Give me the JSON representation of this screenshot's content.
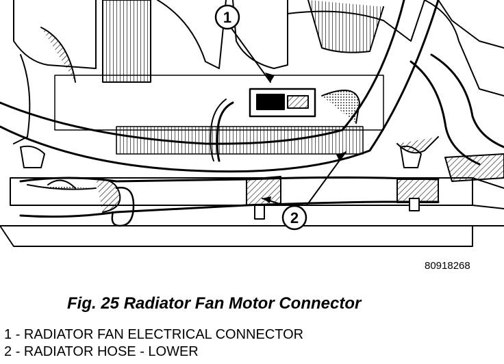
{
  "figure": {
    "callouts": [
      "1",
      "2"
    ],
    "code": "80918268",
    "caption": "Fig. 25 Radiator Fan Motor Connector"
  },
  "legend": [
    {
      "number": "1",
      "text": "RADIATOR FAN ELECTRICAL CONNECTOR"
    },
    {
      "number": "2",
      "text": "RADIATOR HOSE - LOWER"
    }
  ]
}
